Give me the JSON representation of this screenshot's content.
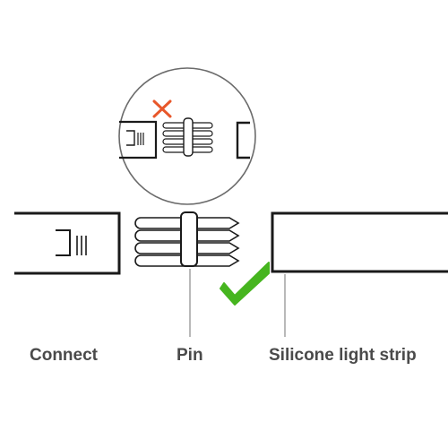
{
  "labels": {
    "connect": "Connect",
    "pin": "Pin",
    "strip": "Silicone light strip"
  },
  "icons": {
    "wrong_mark": "x-mark-icon",
    "right_mark": "check-mark-icon"
  },
  "colors": {
    "outline": "#1a1a1a",
    "zoom_circle": "#6b6b6b",
    "leader_line": "#8a8a8a",
    "wrong_mark": "#e8572a",
    "right_mark": "#46b51f",
    "label_text": "#4a4a4a"
  }
}
